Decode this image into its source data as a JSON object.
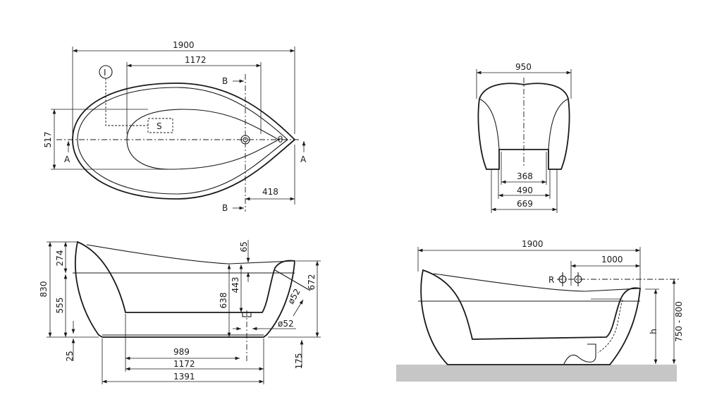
{
  "top_view": {
    "overall_length": "1900",
    "inner_length": "1172",
    "width": "517",
    "drain_offset": "418",
    "section_a": "A",
    "section_b": "B",
    "inlet_marker": "I",
    "overflow_marker": "θ",
    "box_label": "S"
  },
  "end_view": {
    "overall_width": "950",
    "foot_inner": "368",
    "foot_middle": "490",
    "foot_outer": "669"
  },
  "side_section": {
    "overall_height": "830",
    "rim_depth": "274",
    "lower_height": "555",
    "base_offset": "25",
    "bottom_length": "989",
    "inner_length": "1172",
    "base_length": "1391",
    "inner_depth": "638",
    "water_depth": "443",
    "overflow_drop": "65",
    "overflow_diameter": "ø52",
    "drain_diameter": "ø52",
    "end_height": "672",
    "drain_height": "175"
  },
  "installation_view": {
    "overall_length": "1900",
    "tap_offset": "1000",
    "tap_label": "R",
    "height_label": "h",
    "tap_height": "750 - 800",
    "floor_color": "#c6c6c6"
  }
}
